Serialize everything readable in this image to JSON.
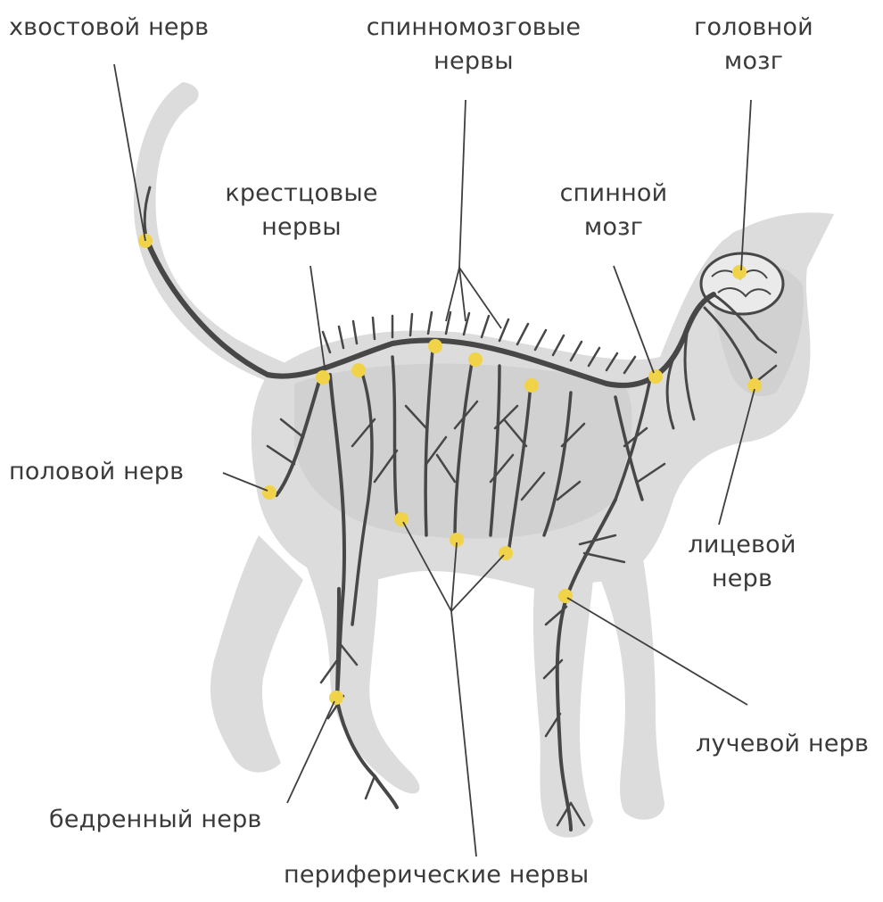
{
  "colors": {
    "background": "#ffffff",
    "body": "#dcdcdc",
    "body_shade": "#c9c9c9",
    "nerve": "#474747",
    "node": "#f1d34a",
    "leader": "#3f3f3f",
    "text": "#3a3a3a"
  },
  "labels": {
    "tail_nerve": "хвостовой нерв",
    "spinal_nerves": [
      "спинномозговые",
      "нервы"
    ],
    "brain": [
      "головной",
      "мозг"
    ],
    "sacral_nerves": [
      "крестцовые",
      "нервы"
    ],
    "spinal_cord": [
      "спинной",
      "мозг"
    ],
    "genital_nerve": "половой нерв",
    "facial_nerve": [
      "лицевой",
      "нерв"
    ],
    "radial_nerve": "лучевой нерв",
    "femoral_nerve": "бедренный нерв",
    "peripheral_nerves": "периферические нервы"
  }
}
